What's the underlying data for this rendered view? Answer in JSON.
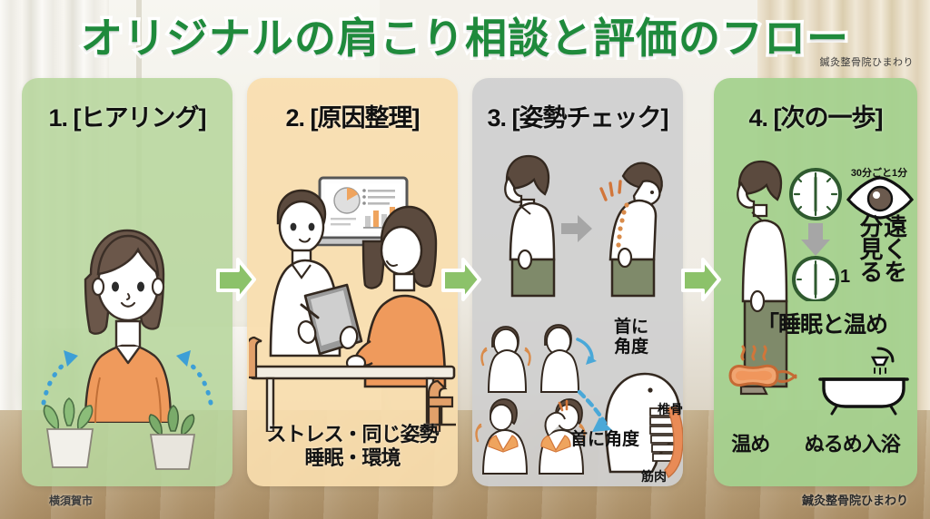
{
  "header": {
    "title": "オリジナルの肩こり相談と評価のフロー",
    "title_color": "#1f8a3c",
    "brand_top_right": "鍼灸整骨院ひまわり"
  },
  "panels": [
    {
      "id": 1,
      "heading": "1. [ヒアリング]",
      "bg_color": "#b7d69d",
      "illustration": "woman-shoulders-with-arrows",
      "decor": "potted-plants"
    },
    {
      "id": 2,
      "heading": "2. [原因整理]",
      "bg_color": "#f8ddae",
      "illustration": "consultation-desk-laptop-chart",
      "caption_line1": "ストレス・同じ姿勢",
      "caption_line2": "睡眠・環境"
    },
    {
      "id": 3,
      "heading": "3. [姿勢チェック]",
      "bg_color": "#d0d0d0",
      "illustration_top": "posture-good-to-slouched",
      "illustration_bottom": "neck-angle-and-spine-diagram",
      "labels": {
        "neck_angle_1": "首に角度",
        "neck_angle_2": "首に角度",
        "vertebra": "椎骨",
        "muscle": "筋肉"
      }
    },
    {
      "id": 4,
      "heading": "4. [次の一歩]",
      "bg_color": "#a4d18e",
      "illustration": "standing-person-side",
      "interval_label": "30分ごと1分",
      "minute_number": "1",
      "advice_vertical_right": "遠くを",
      "advice_vertical_left": "分見る",
      "sleep_line": "「睡眠と温め",
      "icons": [
        {
          "name": "hot-pack-icon",
          "label": "温め"
        },
        {
          "name": "bathtub-icon",
          "label": "ぬるめ入浴"
        }
      ]
    }
  ],
  "flow_arrows": {
    "count": 3,
    "color": "#8cc26a",
    "outline": "#ffffff"
  },
  "footer": {
    "city": "横須賀市",
    "brand": "鍼灸整骨院ひまわり"
  }
}
